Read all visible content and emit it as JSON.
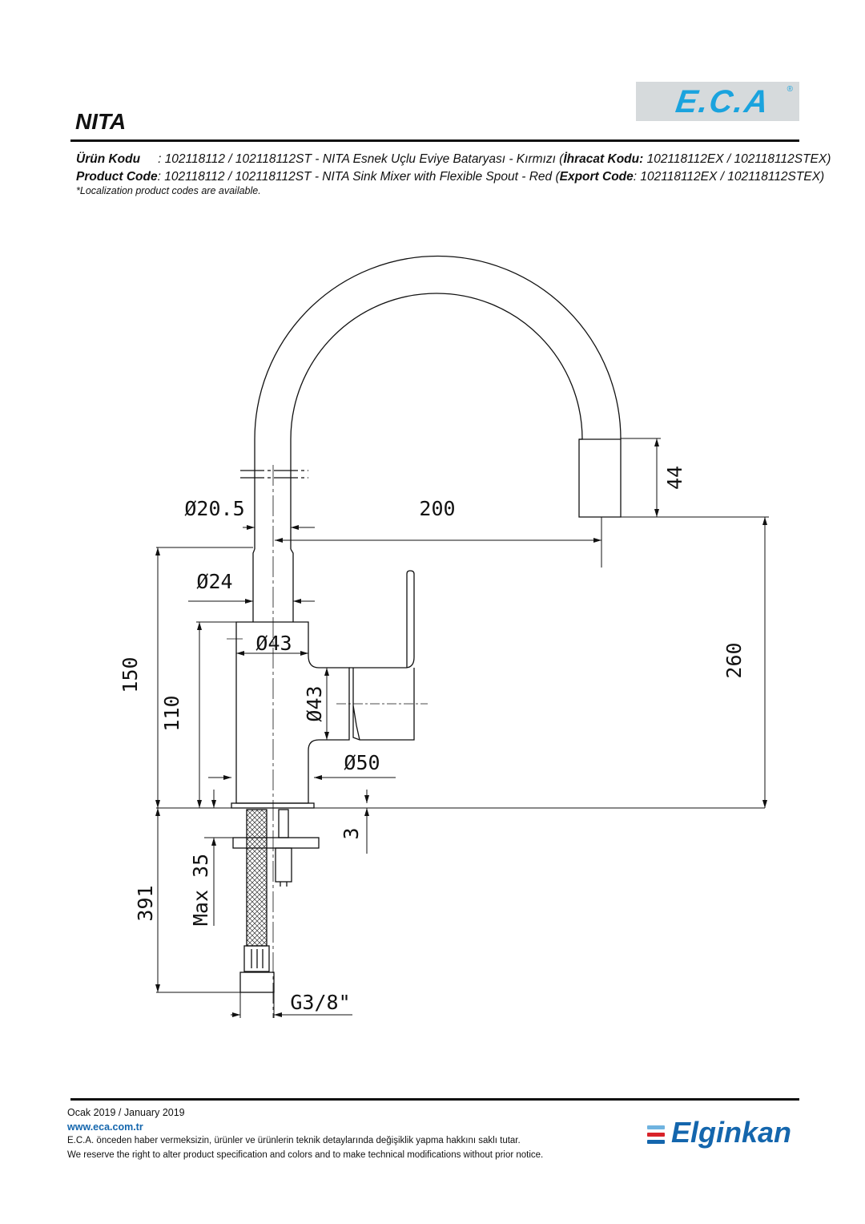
{
  "header": {
    "brand_logo": "E.C.A",
    "title": "NITA",
    "tr_label": "Ürün Kodu",
    "tr_value": ": 102118112 / 102118112ST - NITA Esnek Uçlu Eviye Bataryası - Kırmızı (",
    "tr_export_label": "İhracat Kodu:",
    "tr_export_value": " 102118112EX / 102118112STEX)",
    "en_label": "Product Code",
    "en_value": ": 102118112 / 102118112ST - NITA  Sink Mixer with Flexible Spout - Red (",
    "en_export_label": "Export Code",
    "en_export_value": ": 102118112EX / 102118112STEX)",
    "note": "*Localization product codes are available."
  },
  "drawing": {
    "dims": {
      "d205": "Ø20.5",
      "reach": "200",
      "spout_h": "44",
      "d24": "Ø24",
      "d43_top": "Ø43",
      "d43_side": "Ø43",
      "d50": "Ø50",
      "h150": "150",
      "h110": "110",
      "h260": "260",
      "t3": "3",
      "max35": "Max 35",
      "h391": "391",
      "thread": "G3/8\""
    }
  },
  "footer": {
    "date": "Ocak 2019 / January 2019",
    "website": "www.eca.com.tr",
    "disclaimer_tr": "E.C.A. önceden haber vermeksizin, ürünler ve ürünlerin teknik detaylarında değişiklik yapma hakkını saklı tutar.",
    "disclaimer_en": "We reserve the right to alter product specification and colors and to make technical modifications without prior notice.",
    "partner_logo": "Elginkan"
  },
  "colors": {
    "eca_blue": "#1aa3de",
    "elginkan_blue": "#1466ad",
    "elginkan_red": "#d8232a",
    "elginkan_lightblue": "#6fb3e0"
  }
}
